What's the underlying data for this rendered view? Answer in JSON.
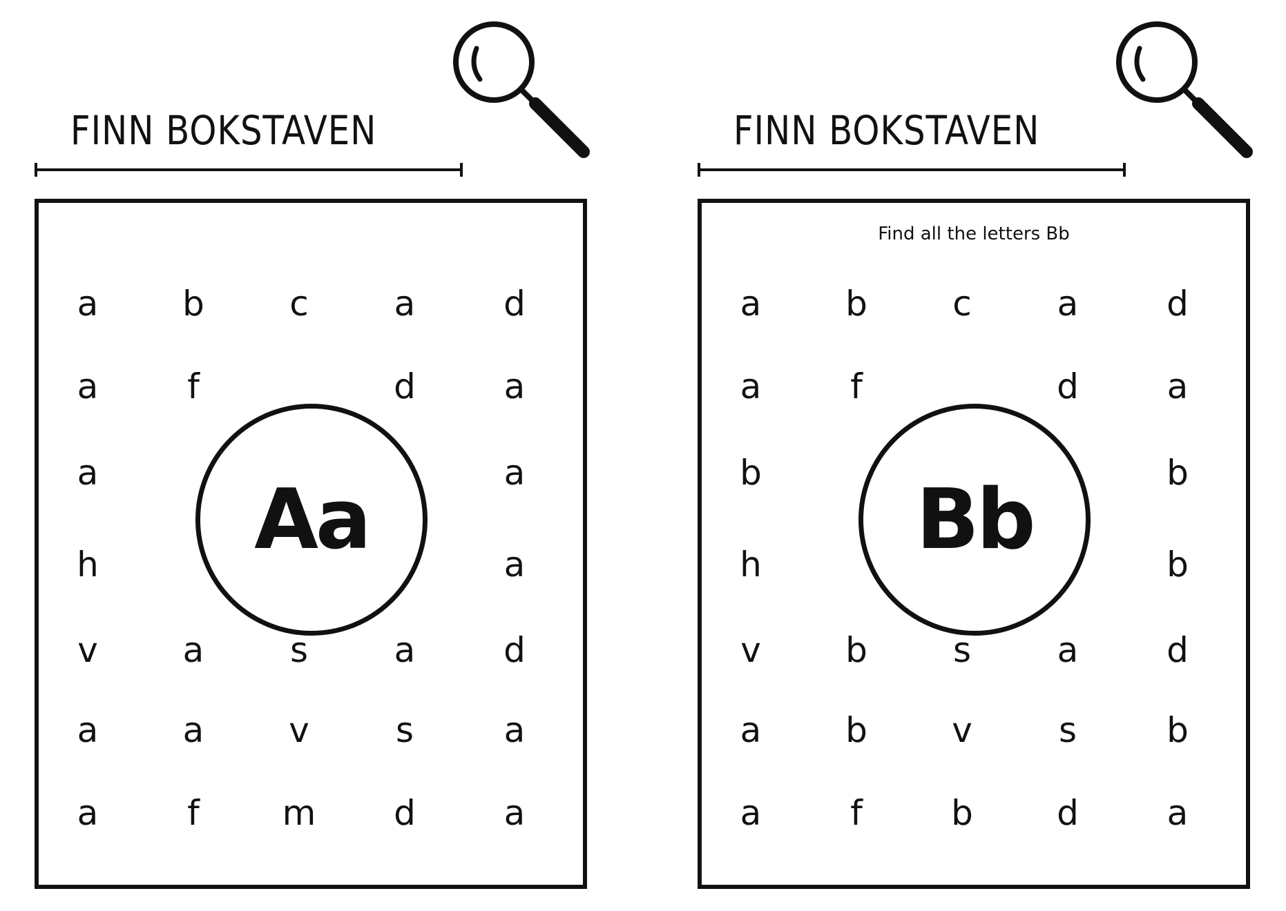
{
  "sheets": [
    {
      "title": "FINN BOKSTAVEN",
      "subtitle": "",
      "center_letter": "Aa",
      "grid": [
        [
          "a",
          "b",
          "c",
          "a",
          "d"
        ],
        [
          "a",
          "f",
          "",
          "d",
          "a"
        ],
        [
          "a",
          "",
          "",
          "",
          "a"
        ],
        [
          "h",
          "",
          "",
          "",
          "a"
        ],
        [
          "v",
          "a",
          "s",
          "a",
          "d"
        ],
        [
          "a",
          "a",
          "v",
          "s",
          "a"
        ],
        [
          "a",
          "f",
          "m",
          "d",
          "a"
        ]
      ]
    },
    {
      "title": "FINN BOKSTAVEN",
      "subtitle": "Find all the letters Bb",
      "center_letter": "Bb",
      "grid": [
        [
          "a",
          "b",
          "c",
          "a",
          "d"
        ],
        [
          "a",
          "f",
          "",
          "d",
          "a"
        ],
        [
          "b",
          "",
          "",
          "",
          "b"
        ],
        [
          "h",
          "",
          "",
          "",
          "b"
        ],
        [
          "v",
          "b",
          "s",
          "a",
          "d"
        ],
        [
          "a",
          "b",
          "v",
          "s",
          "b"
        ],
        [
          "a",
          "f",
          "b",
          "d",
          "a"
        ]
      ]
    }
  ],
  "icons": {
    "magnifier": "magnifying-glass-icon"
  }
}
